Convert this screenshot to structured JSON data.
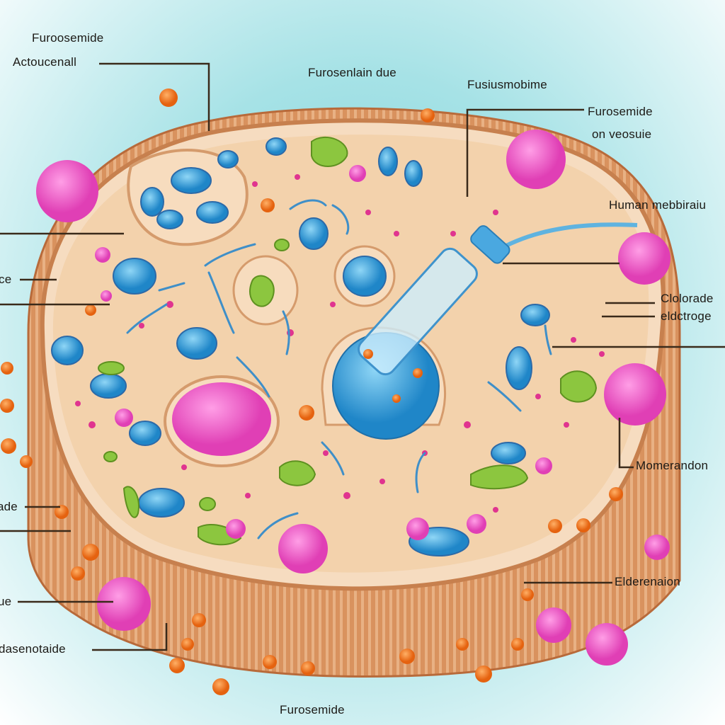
{
  "title": "Furosemide action on human cell membrane",
  "labels": {
    "top_left_1": "Furoosemide",
    "top_left_2": "Actoucenall",
    "top_center": "Furosenlain due",
    "top_right_1": "Fusiusmobime",
    "top_right_2a": "Furosemide",
    "top_right_2b": "on veosuie",
    "right_1": "Human mebbiraiu",
    "right_2a": "Clolorade",
    "right_2b": "eldctroge",
    "right_3": "Momerandon",
    "right_4": "Elderenaion",
    "bottom": "Furosemide",
    "left_1": "ce",
    "left_2": "ade",
    "left_3": "ue",
    "left_4": "dasenotaide"
  },
  "colors": {
    "membrane": "#d9925e",
    "cytoplasm": "#f3d2ac",
    "nucleus": "#ec5cc6",
    "vesicle": "#3fa6dc",
    "mitochondria": "#4f8fd6",
    "chloroplast_green": "#8cc63f",
    "particle_orange": "#f07a22"
  }
}
